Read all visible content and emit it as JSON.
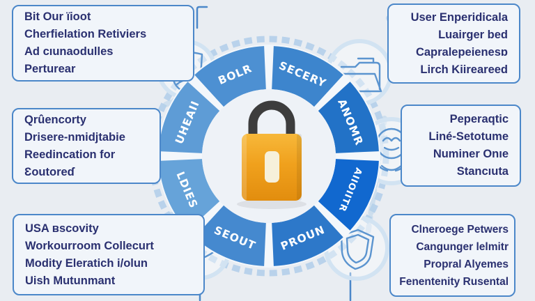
{
  "colors": {
    "bg": "#e9edf2",
    "accent": "#4b87c9",
    "ink": "#2a3070",
    "boxbg": "#f1f5fa",
    "chain": "#b6d1ea",
    "chainlight": "#d2e3f2",
    "sketch": "#5b94cf",
    "wheelback": "#f3f7fb",
    "center": "#eef2f7"
  },
  "boxes": {
    "top_left": {
      "lines": [
        "Bit Our ïioot",
        "Cherfielation Retiviers",
        "Ad cıunaodulles",
        "Perturear"
      ]
    },
    "mid_left": {
      "lines": [
        "Qrûencorty",
        "Drisere-nmidjtabie",
        "Reedincation for",
        "Ɛoutoreɗ"
      ]
    },
    "bottom_left": {
      "lines": [
        "USA ʙscovity",
        "Workourroom Collecurt",
        "Modity Eleratich i/olun",
        "Uish Mutunmant"
      ]
    },
    "top_right": {
      "lines": [
        "User Enperidicala",
        "Luairger bed",
        "Capralepeienesɒ",
        "Lirch Kiireareed"
      ]
    },
    "mid_right": {
      "lines": [
        "Peperaqtic",
        "Liné-Setotume",
        "Numiner Onıe",
        "Stancıuta"
      ]
    },
    "bottom_right": {
      "lines": [
        "Clneroege Petwers",
        "Cangunger lelmitr",
        "Propral Alyemes",
        "Fenentenity Rusental"
      ]
    }
  },
  "wheel": {
    "label_color": "#ffffff",
    "segments": [
      {
        "label": "BOLR",
        "color": "#4d90d2"
      },
      {
        "label": "SECERY",
        "color": "#3d85cd"
      },
      {
        "label": "ANOMR",
        "color": "#2272c7"
      },
      {
        "label": "AIIOIITR",
        "color": "#1168cf"
      },
      {
        "label": "PROUN",
        "color": "#2d78c9"
      },
      {
        "label": "SEOUT",
        "color": "#4589cf"
      },
      {
        "label": "LDIES",
        "color": "#66a3d9"
      },
      {
        "label": "UHEAII",
        "color": "#5e9cd6"
      }
    ]
  },
  "lock": {
    "shackle": "#3d3d3d",
    "body_top": "#f7b83a",
    "body_mid": "#f0a11d",
    "body_bottom": "#e28d0e",
    "keyhole": "#f6f0da"
  },
  "icons": {
    "center": "padlock",
    "top_left": "shield-person",
    "mid_left": "hexagon-node",
    "bottom_left": "handshake",
    "top_right": "folder-documents",
    "mid_right": "hands-holding-orb",
    "bottom_right": "shield-outline"
  }
}
